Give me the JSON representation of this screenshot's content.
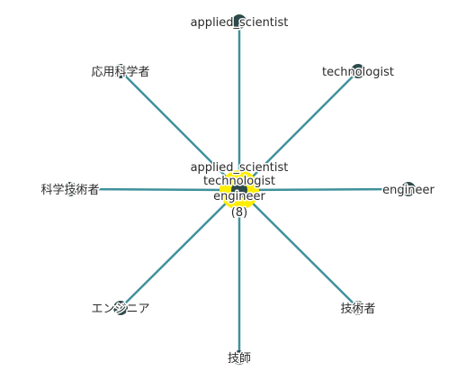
{
  "graph": {
    "center": {
      "lines": [
        "applied_scientist",
        "technologist",
        "engineer",
        "(8)"
      ],
      "highlight_color": "#ffee00"
    },
    "nodes": [
      {
        "id": "n0",
        "label": "applied_scientist"
      },
      {
        "id": "n1",
        "label": "technologist"
      },
      {
        "id": "n2",
        "label": "engineer"
      },
      {
        "id": "n3",
        "label": "技術者"
      },
      {
        "id": "n4",
        "label": "技師"
      },
      {
        "id": "n5",
        "label": "エンジニア"
      },
      {
        "id": "n6",
        "label": "科学技術者"
      },
      {
        "id": "n7",
        "label": "応用科学者"
      }
    ],
    "edge_color": "#3f919c",
    "node_color": "#2e4a4b"
  }
}
